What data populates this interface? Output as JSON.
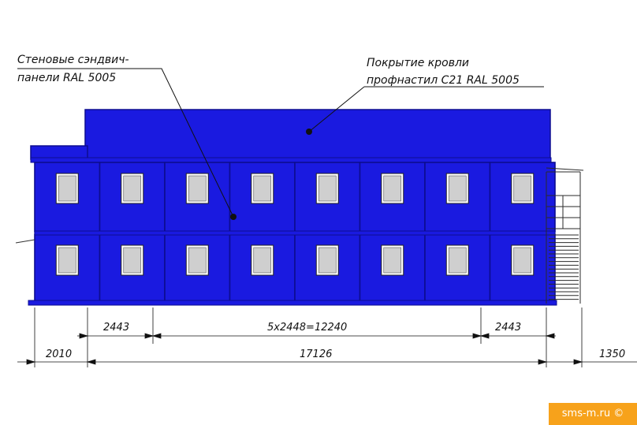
{
  "callouts": {
    "walls_line1": "Стеновые сэндвич-",
    "walls_line2": "панели RAL 5005",
    "roof_line1": "Покрытие кровли",
    "roof_line2": "профнастил С21 RAL 5005"
  },
  "dimensions": {
    "module_left": "2443",
    "middle_span": "5x2448=12240",
    "module_right": "2443",
    "left_overhang": "2010",
    "total_length": "17126",
    "right_overhang": "1350"
  },
  "colors": {
    "panel": "#1a1ae0",
    "panel_dark": "#0d0d90",
    "window_glass": "#cfcfcf",
    "window_frame": "#ffffff",
    "watermark": "#f7a21b"
  },
  "building": {
    "floors": 2,
    "modules_per_floor": 8
  },
  "watermark": "sms-m.ru ©"
}
